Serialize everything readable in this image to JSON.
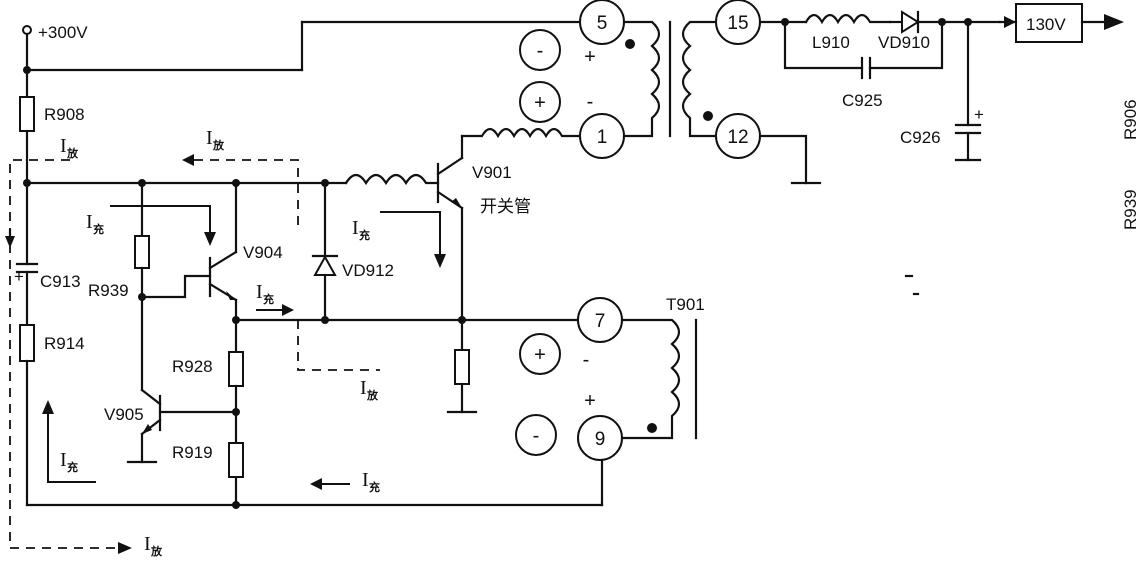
{
  "labels": {
    "supply": "+300V",
    "r908": "R908",
    "c913": "C913",
    "r914": "R914",
    "r939": "R939",
    "v904": "V904",
    "vd912": "VD912",
    "v901": "V901",
    "switch_tube": "开关管",
    "r928": "R928",
    "v905": "V905",
    "r919": "R919",
    "t901": "T901",
    "l910": "L910",
    "vd910": "VD910",
    "c925": "C925",
    "c926": "C926",
    "out_box": "130V",
    "side_r906": "R906",
    "side_r939": "R939"
  },
  "pins": {
    "p5": "5",
    "p1": "1",
    "p15": "15",
    "p12": "12",
    "p7": "7",
    "p9": "9"
  },
  "signs": {
    "minus": "-",
    "plus": "+"
  },
  "currents": {
    "i": "I",
    "discharge": "放",
    "charge": "充"
  }
}
